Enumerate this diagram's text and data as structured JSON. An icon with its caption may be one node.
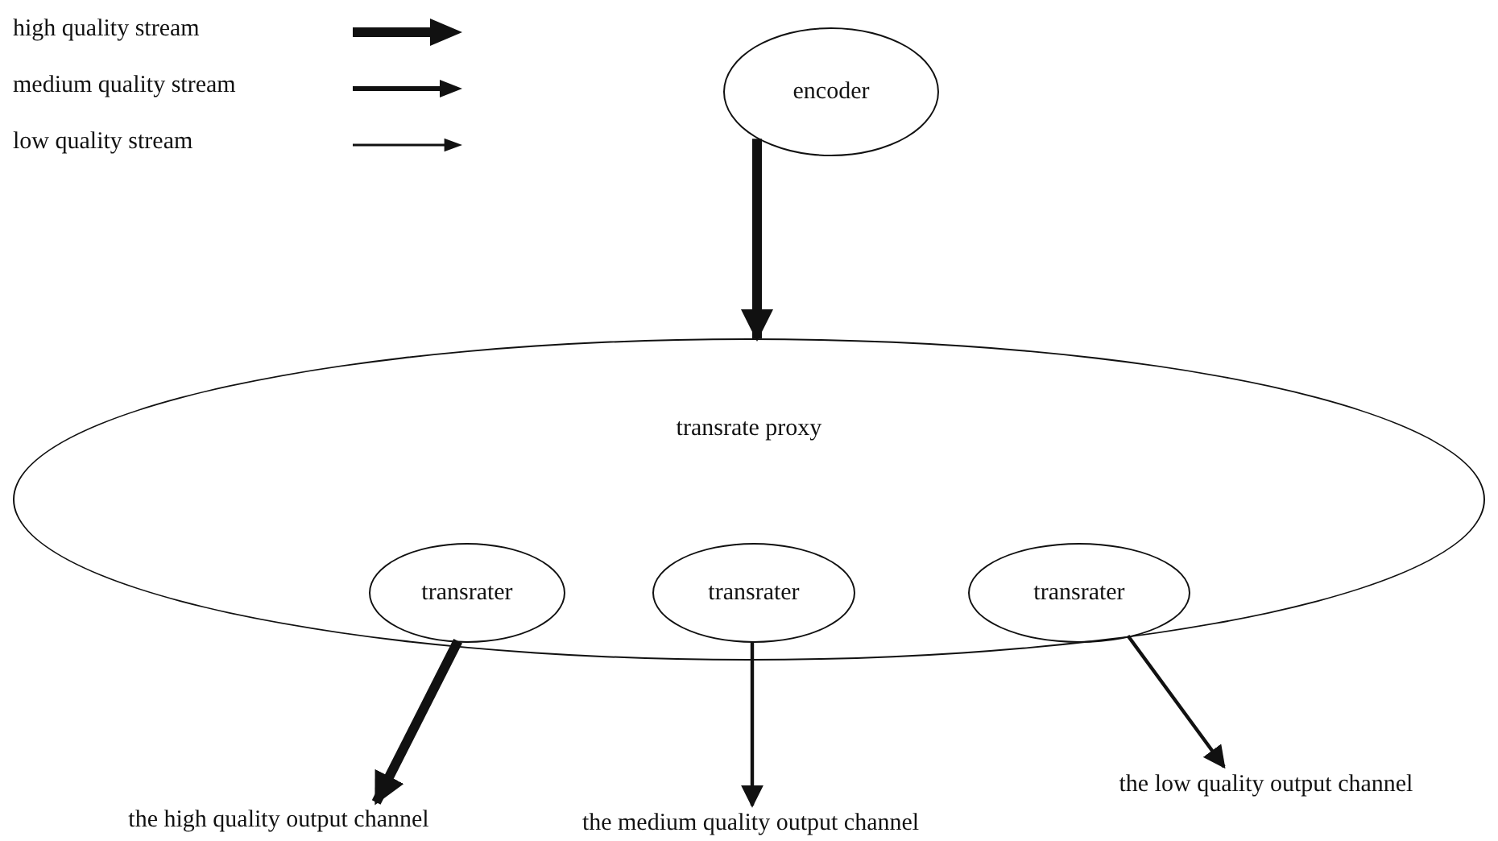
{
  "diagram": {
    "nodes": [
      {
        "text": [
          "encoder"
        ]
      },
      {
        "text": [
          "transrate proxy"
        ]
      },
      {
        "text": [
          "transrater"
        ],
        "in": 1
      },
      {
        "text": [
          "transrater"
        ],
        "in": 1
      },
      {
        "text": [
          "transrater"
        ],
        "in": 1
      },
      {
        "text": [
          "the high quality output channel"
        ]
      },
      {
        "text": [
          "the medium quality output channel"
        ]
      },
      {
        "text": [
          "the low quality output channel"
        ]
      }
    ],
    "edges": [
      {
        "from": 0,
        "to": 1,
        "arrow": "to",
        "style": "thick"
      },
      {
        "from": 2,
        "to": 5,
        "arrow": "to",
        "style": "thick"
      },
      {
        "from": 3,
        "to": 6,
        "arrow": "to"
      },
      {
        "from": 4,
        "to": 7,
        "arrow": "to"
      }
    ],
    "legend": [
      {
        "text": "high quality stream"
      },
      {
        "text": "medium quality stream"
      },
      {
        "text": "low quality stream"
      }
    ]
  }
}
